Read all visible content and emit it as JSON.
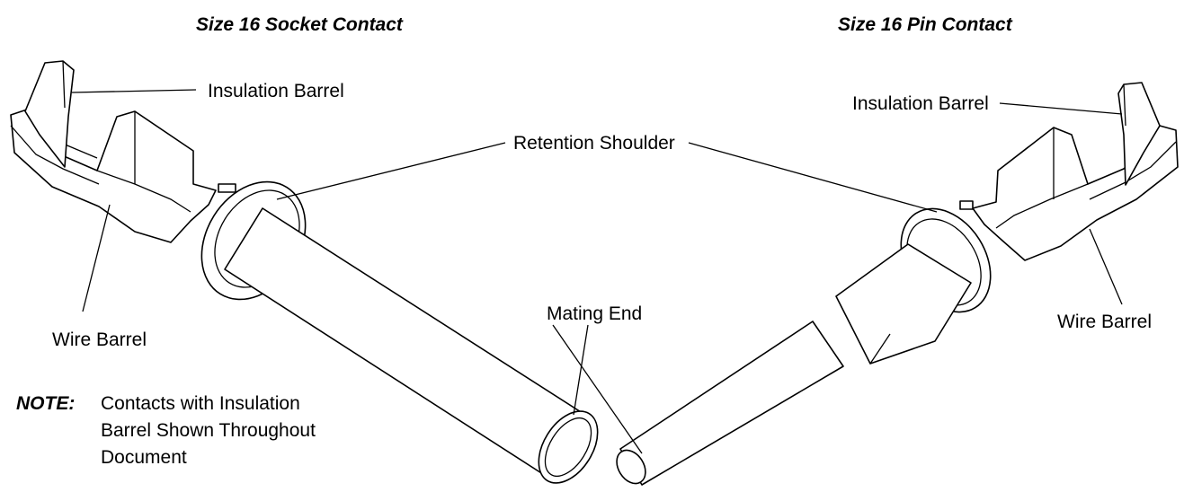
{
  "socket": {
    "title": "Size 16 Socket Contact",
    "insulation_barrel": "Insulation Barrel",
    "wire_barrel": "Wire Barrel"
  },
  "pin": {
    "title": "Size 16 Pin Contact",
    "insulation_barrel": "Insulation Barrel",
    "wire_barrel": "Wire Barrel"
  },
  "shared": {
    "retention_shoulder": "Retention Shoulder",
    "mating_end": "Mating End"
  },
  "note": {
    "label": "NOTE:",
    "lines": [
      "Contacts with Insulation",
      "Barrel Shown Throughout",
      "Document"
    ]
  }
}
